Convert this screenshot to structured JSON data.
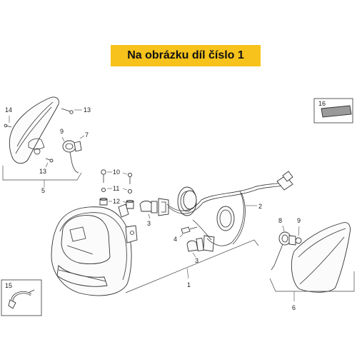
{
  "banner": {
    "text": "Na obrázku díl číslo 1"
  },
  "labels": {
    "p1": "1",
    "p2": "2",
    "p3a": "3",
    "p3b": "3",
    "p4": "4",
    "p5": "5",
    "p6": "6",
    "p7": "7",
    "p8": "8",
    "p9a": "9",
    "p9b": "9",
    "p10": "10",
    "p11": "11",
    "p12": "12",
    "p13a": "13",
    "p13b": "13",
    "p14": "14",
    "p15": "15",
    "p16": "16"
  },
  "colors": {
    "banner": "#f6c21b"
  }
}
